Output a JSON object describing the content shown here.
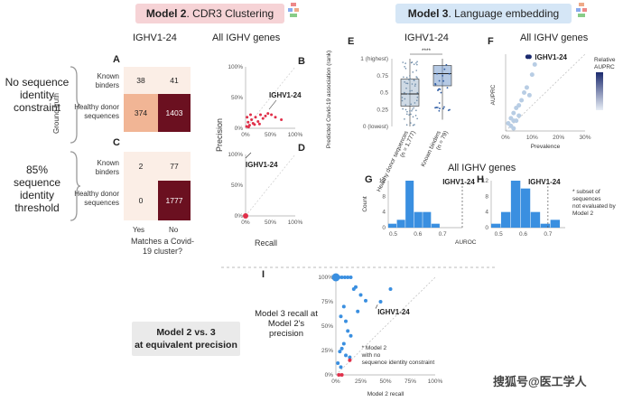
{
  "headers": {
    "model2": {
      "bold": "Model 2",
      "rest": ". CDR3 Clustering"
    },
    "model3": {
      "bold": "Model 3",
      "rest": ". Language embedding"
    }
  },
  "left_labels": {
    "no_constraint": "No sequence identity constraint",
    "threshold": "85% sequence identity threshold",
    "ground_truth": "Ground truth"
  },
  "titles": {
    "ighv124_left": "IGHV1-24",
    "all_ighv_left": "All IGHV genes",
    "ighv124_right": "IGHV1-24",
    "all_ighv_right": "All IGHV genes",
    "all_ighv_mid": "All IGHV genes"
  },
  "panels": {
    "A": "A",
    "B": "B",
    "C": "C",
    "D": "D",
    "E": "E",
    "F": "F",
    "G": "G",
    "H": "H",
    "I": "I"
  },
  "confusion": {
    "rows": [
      "Known binders",
      "Healthy donor sequences"
    ],
    "cols": [
      "Yes",
      "No"
    ],
    "xlabel": "Matches a Covid-19 cluster?",
    "A": [
      [
        38,
        41
      ],
      [
        374,
        1403
      ]
    ],
    "C": [
      [
        2,
        77
      ],
      [
        0,
        1777
      ]
    ]
  },
  "panel_B": {
    "ylabel": "Precision",
    "xlabel": "Recall",
    "yticks": [
      "100%",
      "50%",
      "0%"
    ],
    "xticks": [
      "0%",
      "50%",
      "100%"
    ],
    "annotation": "IGHV1-24",
    "points": [
      [
        2,
        3
      ],
      [
        5,
        10
      ],
      [
        8,
        5
      ],
      [
        12,
        14
      ],
      [
        15,
        8
      ],
      [
        20,
        18
      ],
      [
        25,
        11
      ],
      [
        30,
        22
      ],
      [
        35,
        16
      ],
      [
        40,
        20
      ],
      [
        45,
        24
      ],
      [
        52,
        22
      ],
      [
        60,
        18
      ],
      [
        72,
        14
      ],
      [
        3,
        18
      ],
      [
        10,
        22
      ],
      [
        18,
        6
      ],
      [
        28,
        7
      ],
      [
        6,
        2
      ]
    ]
  },
  "panel_D": {
    "yticks": [
      "100%",
      "50%",
      "0%"
    ],
    "xticks": [
      "0%",
      "50%",
      "100%"
    ],
    "annotation": "IGHV1-24",
    "points": [
      [
        0,
        0
      ]
    ]
  },
  "panel_E": {
    "ylabel": "Predicted Covid-19 association (rank)",
    "yticks": [
      "1 (highest)",
      "0.75",
      "0.5",
      "0.25",
      "0 (lowest)"
    ],
    "categories": [
      "Healthy donor sequences",
      "Known binders"
    ],
    "ns": [
      "(n = 1,777)",
      "(n = 79)"
    ],
    "significance": "****",
    "box_hd": {
      "q1": 0.3,
      "median": 0.48,
      "q3": 0.7,
      "min": 0.0,
      "max": 1.0
    },
    "box_kb": {
      "q1": 0.6,
      "median": 0.78,
      "q3": 0.9,
      "min": 0.1,
      "max": 1.0
    }
  },
  "panel_F": {
    "ylabel": "AUPRC",
    "xlabel": "Prevalence",
    "xticks": [
      "0%",
      "10%",
      "20%",
      "30%"
    ],
    "annotation": "IGHV1-24",
    "legend_title": "Relative AUPRC",
    "points": [
      [
        1,
        3
      ],
      [
        2,
        5
      ],
      [
        3,
        4
      ],
      [
        4,
        9
      ],
      [
        5,
        6
      ],
      [
        2,
        2
      ],
      [
        3,
        7
      ],
      [
        6,
        12
      ],
      [
        8,
        17
      ],
      [
        10,
        22
      ],
      [
        11,
        26
      ],
      [
        7,
        15
      ],
      [
        4,
        4
      ],
      [
        5,
        10
      ],
      [
        9,
        14
      ],
      [
        3,
        1
      ]
    ],
    "highlight": [
      9,
      29
    ]
  },
  "panel_G": {
    "ylabel": "Count",
    "xlabel": "AUROC",
    "yticks": [
      "12",
      "8",
      "4",
      "0"
    ],
    "xticks": [
      "0.5",
      "0.6",
      "0.7"
    ],
    "annotation": "IGHV1-24",
    "bins": [
      1,
      2,
      12,
      4,
      4,
      1,
      0,
      0
    ],
    "marker": 0.78
  },
  "panel_H": {
    "yticks": [
      "12",
      "8",
      "4",
      "0"
    ],
    "xticks": [
      "0.5",
      "0.6",
      "0.7"
    ],
    "annotation": "IGHV1-24",
    "bins": [
      1,
      4,
      12,
      10,
      4,
      1,
      2
    ],
    "marker": 0.7,
    "note": "* subset of sequences not evaluated by Model 2"
  },
  "comparison": {
    "line1": "Model 2 vs. 3",
    "line2": "at equivalent precision"
  },
  "panel_I": {
    "ylabel": "Model 3 recall at Model 2's precision",
    "xlabel": "Model 2 recall",
    "yticks": [
      "100%",
      "75%",
      "50%",
      "25%",
      "0%"
    ],
    "xticks": [
      "0%",
      "25%",
      "50%",
      "75%",
      "100%"
    ],
    "annotation": "IGHV1-24",
    "note": "* Model 2 with no sequence identity constraint",
    "points": [
      [
        0,
        100
      ],
      [
        3,
        100
      ],
      [
        6,
        100
      ],
      [
        9,
        100
      ],
      [
        12,
        100
      ],
      [
        15,
        100
      ],
      [
        20,
        90
      ],
      [
        25,
        82
      ],
      [
        30,
        76
      ],
      [
        8,
        70
      ],
      [
        5,
        60
      ],
      [
        10,
        55
      ],
      [
        12,
        45
      ],
      [
        15,
        40
      ],
      [
        8,
        32
      ],
      [
        6,
        27
      ],
      [
        4,
        24
      ],
      [
        10,
        20
      ],
      [
        14,
        18
      ],
      [
        2,
        12
      ],
      [
        5,
        8
      ],
      [
        18,
        88
      ],
      [
        45,
        75
      ],
      [
        55,
        88
      ],
      [
        22,
        65
      ]
    ],
    "red_points": [
      [
        3,
        0
      ],
      [
        6,
        0
      ],
      [
        14,
        15
      ]
    ]
  },
  "watermark": "搜狐号@医工学人",
  "colors": {
    "heat_dark": "#6b1020",
    "heat_mid": "#f1b595",
    "heat_light": "#fbeee6",
    "red": "#e0304a",
    "blue": "#3a8fe0",
    "navy": "#1b2a6e"
  }
}
